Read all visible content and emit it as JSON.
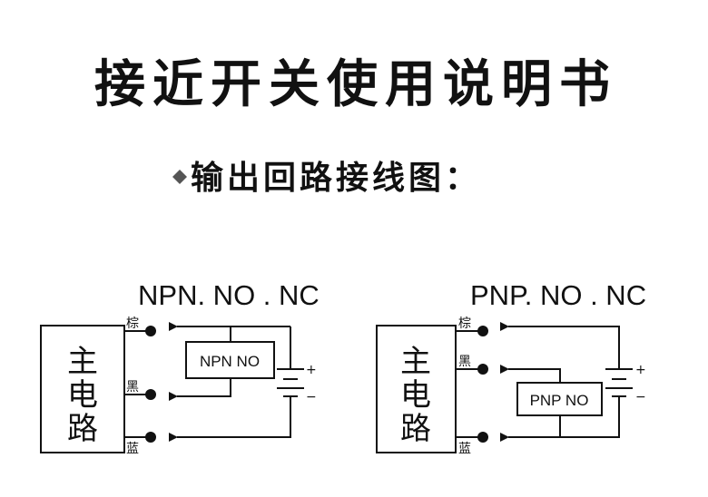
{
  "title": "接近开关使用说明书",
  "subtitle": "输出回路接线图：",
  "subtitle_icon": "diamond-bullet-icon",
  "diagrams": [
    {
      "heading": "NPN. NO . NC",
      "main_circuit": [
        "主",
        "电",
        "路"
      ],
      "wires": [
        "棕",
        "黑",
        "蓝"
      ],
      "sensor_label": "NPN NO",
      "plus": "+",
      "minus": "−"
    },
    {
      "heading": "PNP. NO . NC",
      "main_circuit": [
        "主",
        "电",
        "路"
      ],
      "wires": [
        "棕",
        "黑",
        "蓝"
      ],
      "sensor_label": "PNP NO",
      "plus": "+",
      "minus": "−"
    }
  ]
}
